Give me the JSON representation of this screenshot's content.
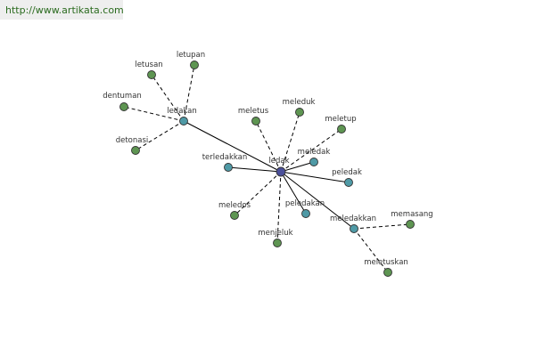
{
  "header": {
    "source_url": "http://www.artikata.com"
  },
  "colors": {
    "root": "#4a4f9a",
    "hub": "#4f9aa6",
    "leaf": "#5e9552",
    "edge": "#000000"
  },
  "graph": {
    "nodes": [
      {
        "id": "ledak",
        "label": "ledak",
        "kind": "root"
      },
      {
        "id": "ledakan",
        "label": "ledakan",
        "kind": "hub"
      },
      {
        "id": "letusan",
        "label": "letusan",
        "kind": "leaf"
      },
      {
        "id": "letupan",
        "label": "letupan",
        "kind": "leaf"
      },
      {
        "id": "dentuman",
        "label": "dentuman",
        "kind": "leaf"
      },
      {
        "id": "detonasi",
        "label": "detonasi",
        "kind": "leaf"
      },
      {
        "id": "meletus",
        "label": "meletus",
        "kind": "leaf"
      },
      {
        "id": "meleduk",
        "label": "meleduk",
        "kind": "leaf"
      },
      {
        "id": "meletup",
        "label": "meletup",
        "kind": "leaf"
      },
      {
        "id": "meledak",
        "label": "meledak",
        "kind": "hub"
      },
      {
        "id": "terledakkan",
        "label": "terledakkan",
        "kind": "hub"
      },
      {
        "id": "peledak",
        "label": "peledak",
        "kind": "hub"
      },
      {
        "id": "meledos",
        "label": "meledos",
        "kind": "leaf"
      },
      {
        "id": "peledakan",
        "label": "peledakan",
        "kind": "hub"
      },
      {
        "id": "menjeluk",
        "label": "menjeluk",
        "kind": "leaf"
      },
      {
        "id": "meledakkan",
        "label": "meledakkan",
        "kind": "hub"
      },
      {
        "id": "memasang",
        "label": "memasang",
        "kind": "leaf"
      },
      {
        "id": "meletuskan",
        "label": "meletuskan",
        "kind": "leaf"
      }
    ],
    "edges": [
      {
        "from": "ledak",
        "to": "ledakan",
        "style": "solid"
      },
      {
        "from": "ledak",
        "to": "meletus",
        "style": "dashed"
      },
      {
        "from": "ledak",
        "to": "meleduk",
        "style": "dashed"
      },
      {
        "from": "ledak",
        "to": "meletup",
        "style": "dashed"
      },
      {
        "from": "ledak",
        "to": "meledak",
        "style": "solid"
      },
      {
        "from": "ledak",
        "to": "terledakkan",
        "style": "solid"
      },
      {
        "from": "ledak",
        "to": "peledak",
        "style": "solid"
      },
      {
        "from": "ledak",
        "to": "meledos",
        "style": "dashed"
      },
      {
        "from": "ledak",
        "to": "peledakan",
        "style": "solid"
      },
      {
        "from": "ledak",
        "to": "menjeluk",
        "style": "dashed"
      },
      {
        "from": "ledak",
        "to": "meledakkan",
        "style": "solid"
      },
      {
        "from": "ledakan",
        "to": "letusan",
        "style": "dashed"
      },
      {
        "from": "ledakan",
        "to": "letupan",
        "style": "dashed"
      },
      {
        "from": "ledakan",
        "to": "dentuman",
        "style": "dashed"
      },
      {
        "from": "ledakan",
        "to": "detonasi",
        "style": "dashed"
      },
      {
        "from": "meledakkan",
        "to": "memasang",
        "style": "dashed"
      },
      {
        "from": "meledakkan",
        "to": "meletuskan",
        "style": "dashed"
      }
    ]
  }
}
